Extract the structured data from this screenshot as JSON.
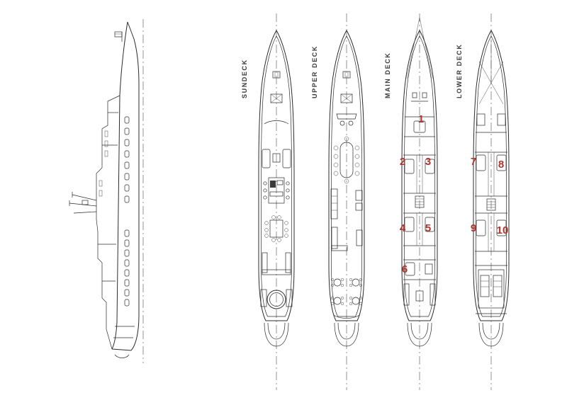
{
  "sheet": {
    "type": "yacht-deck-plans",
    "background_color": "#ffffff",
    "line_color": "#2b2b2b",
    "accent_color": "#b0352c"
  },
  "profile": {
    "name": "side-profile"
  },
  "decks": [
    {
      "name": "SUNDECK",
      "cabins": []
    },
    {
      "name": "UPPER DECK",
      "cabins": []
    },
    {
      "name": "MAIN DECK",
      "cabins": [
        "1",
        "2",
        "3",
        "4",
        "5",
        "6"
      ]
    },
    {
      "name": "LOWER DECK",
      "cabins": [
        "7",
        "8",
        "9",
        "10"
      ]
    }
  ]
}
